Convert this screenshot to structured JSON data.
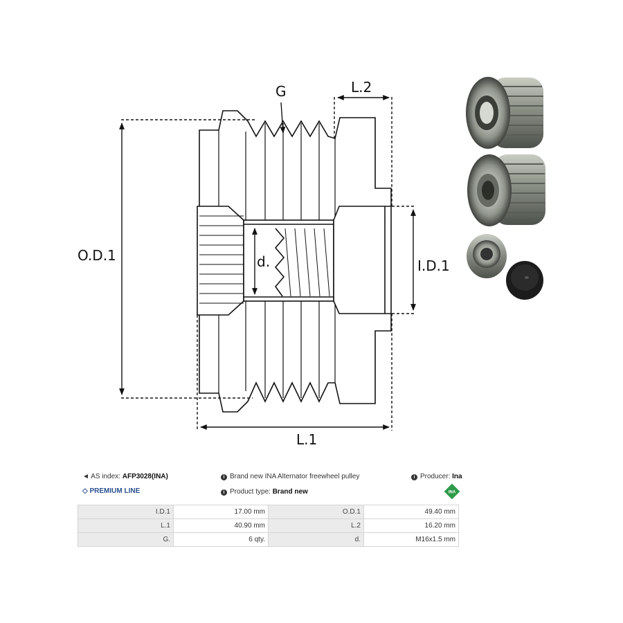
{
  "diagram": {
    "label_g": "G",
    "label_l2": "L.2",
    "label_od1": "O.D.1",
    "label_d": "d.",
    "label_id1": "I.D.1",
    "label_l1": "L.1"
  },
  "info": {
    "as_index_label": "AS index:",
    "as_index_value": "AFP3028(INA)",
    "description": "Brand new INA Alternator freewheel pulley",
    "producer_label": "Producer:",
    "producer_value": "Ina",
    "premium_line": "PREMIUM LINE",
    "product_type_label": "Product type:",
    "product_type_value": "Brand new",
    "logo_text": "INA"
  },
  "specs": [
    [
      {
        "label": "I.D.1",
        "value": "17.00 mm"
      },
      {
        "label": "O.D.1",
        "value": "49.40 mm"
      }
    ],
    [
      {
        "label": "L.1",
        "value": "40.90 mm"
      },
      {
        "label": "L.2",
        "value": "16.20 mm"
      }
    ],
    [
      {
        "label": "G.",
        "value": "6 qty."
      },
      {
        "label": "d.",
        "value": "M16x1.5 mm"
      }
    ]
  ],
  "colors": {
    "accent": "#2a4f8f",
    "logo_green": "#2e9b4a"
  }
}
